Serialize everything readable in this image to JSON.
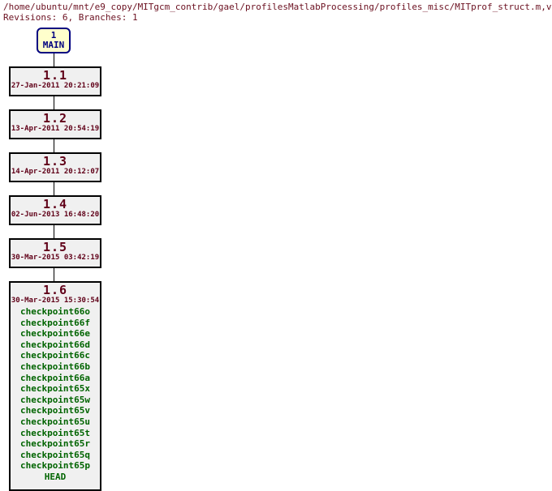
{
  "header": {
    "path": "/home/ubuntu/mnt/e9_copy/MITgcm_contrib/gael/profilesMatlabProcessing/profiles_misc/MITprof_struct.m,v",
    "summary": "Revisions: 6, Branches: 1"
  },
  "colors": {
    "header_text": "#6b1020",
    "branch_border": "#000080",
    "branch_fill": "#ffffcc",
    "branch_text": "#000080",
    "rev_border": "#000000",
    "rev_fill": "#f0f0f0",
    "rev_text": "#600018",
    "tag_text": "#006400",
    "connector": "#000000",
    "background": "#ffffff"
  },
  "branch": {
    "number": "1",
    "name": "MAIN"
  },
  "revisions": [
    {
      "number": "1.1",
      "date": "27-Jan-2011 20:21:09",
      "tags": []
    },
    {
      "number": "1.2",
      "date": "13-Apr-2011 20:54:19",
      "tags": []
    },
    {
      "number": "1.3",
      "date": "14-Apr-2011 20:12:07",
      "tags": []
    },
    {
      "number": "1.4",
      "date": "02-Jun-2013 16:48:20",
      "tags": []
    },
    {
      "number": "1.5",
      "date": "30-Mar-2015 03:42:19",
      "tags": []
    },
    {
      "number": "1.6",
      "date": "30-Mar-2015 15:30:54",
      "tags": [
        "checkpoint66o",
        "checkpoint66f",
        "checkpoint66e",
        "checkpoint66d",
        "checkpoint66c",
        "checkpoint66b",
        "checkpoint66a",
        "checkpoint65x",
        "checkpoint65w",
        "checkpoint65v",
        "checkpoint65u",
        "checkpoint65t",
        "checkpoint65r",
        "checkpoint65q",
        "checkpoint65p",
        "HEAD"
      ]
    }
  ]
}
